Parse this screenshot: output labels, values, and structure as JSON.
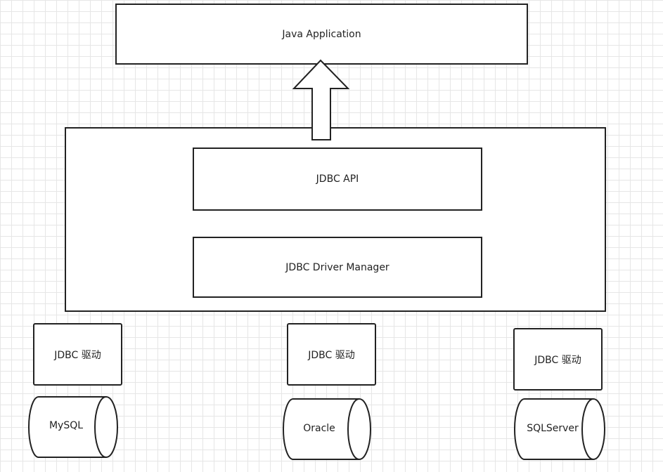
{
  "diagram": {
    "app": {
      "label": "Java Application"
    },
    "jdbc_layer": {
      "api": {
        "label": "JDBC API"
      },
      "manager": {
        "label": "JDBC Driver Manager"
      }
    },
    "drivers": [
      {
        "driver_label": "JDBC 驱动",
        "db_label": "MySQL"
      },
      {
        "driver_label": "JDBC 驱动",
        "db_label": "Oracle"
      },
      {
        "driver_label": "JDBC 驱动",
        "db_label": "SQLServer"
      }
    ]
  },
  "colors": {
    "stroke": "#222222",
    "grid": "#e6e6e6",
    "fill": "#ffffff"
  }
}
